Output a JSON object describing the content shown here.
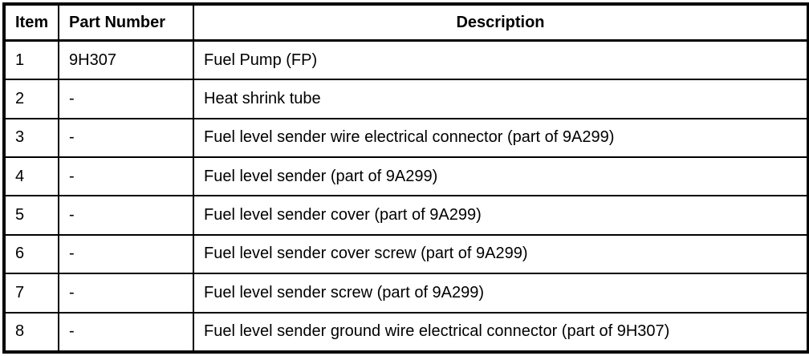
{
  "table": {
    "headers": {
      "item": "Item",
      "part_number": "Part Number",
      "description": "Description"
    },
    "rows": [
      {
        "item": "1",
        "part_number": "9H307",
        "description": "Fuel Pump (FP)"
      },
      {
        "item": "2",
        "part_number": "-",
        "description": "Heat shrink tube"
      },
      {
        "item": "3",
        "part_number": "-",
        "description": "Fuel level sender wire electrical connector (part of 9A299)"
      },
      {
        "item": "4",
        "part_number": "-",
        "description": "Fuel level sender (part of 9A299)"
      },
      {
        "item": "5",
        "part_number": "-",
        "description": "Fuel level sender cover (part of 9A299)"
      },
      {
        "item": "6",
        "part_number": "-",
        "description": "Fuel level sender cover screw (part of 9A299)"
      },
      {
        "item": "7",
        "part_number": "-",
        "description": "Fuel level sender screw (part of 9A299)"
      },
      {
        "item": "8",
        "part_number": "-",
        "description": "Fuel level sender ground wire electrical connector (part of 9H307)"
      }
    ]
  }
}
